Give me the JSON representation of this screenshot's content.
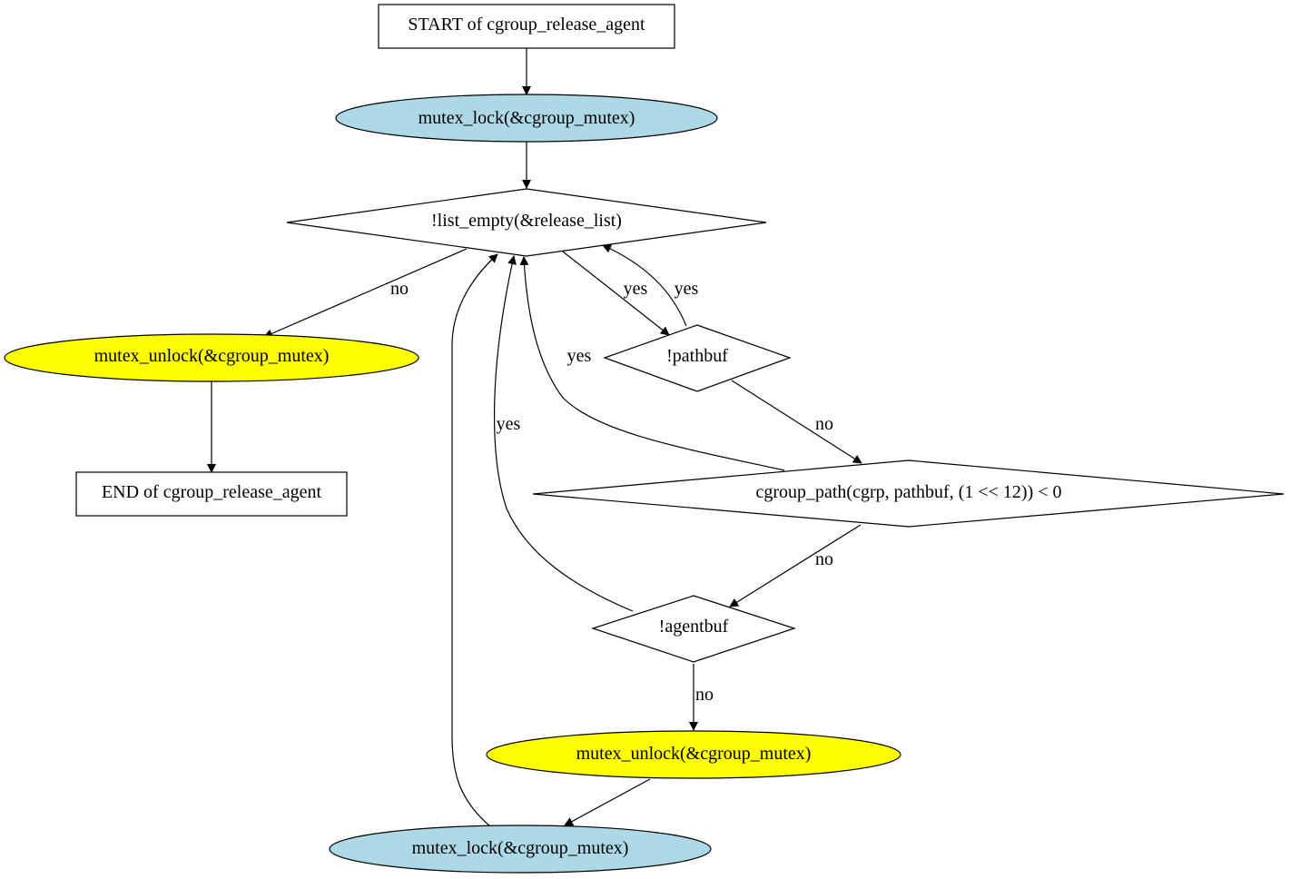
{
  "colors": {
    "lock_fill": "#add8e6",
    "unlock_fill": "#ffff00",
    "plain_fill": "#ffffff",
    "stroke": "#000000"
  },
  "nodes": {
    "start": "START of cgroup_release_agent",
    "lock1": "mutex_lock(&cgroup_mutex)",
    "cond_list": "!list_empty(&release_list)",
    "unlock1": "mutex_unlock(&cgroup_mutex)",
    "end": "END of cgroup_release_agent",
    "cond_pathbuf": "!pathbuf",
    "cond_path": "cgroup_path(cgrp, pathbuf, (1 << 12)) < 0",
    "cond_agentbuf": "!agentbuf",
    "unlock2": "mutex_unlock(&cgroup_mutex)",
    "lock2": "mutex_lock(&cgroup_mutex)"
  },
  "edges": {
    "list_no": "no",
    "list_yes": "yes",
    "pathbuf_yes": "yes",
    "pathbuf_no": "no",
    "path_yes": "yes",
    "path_no": "no",
    "agentbuf_yes": "yes",
    "agentbuf_no": "no"
  }
}
